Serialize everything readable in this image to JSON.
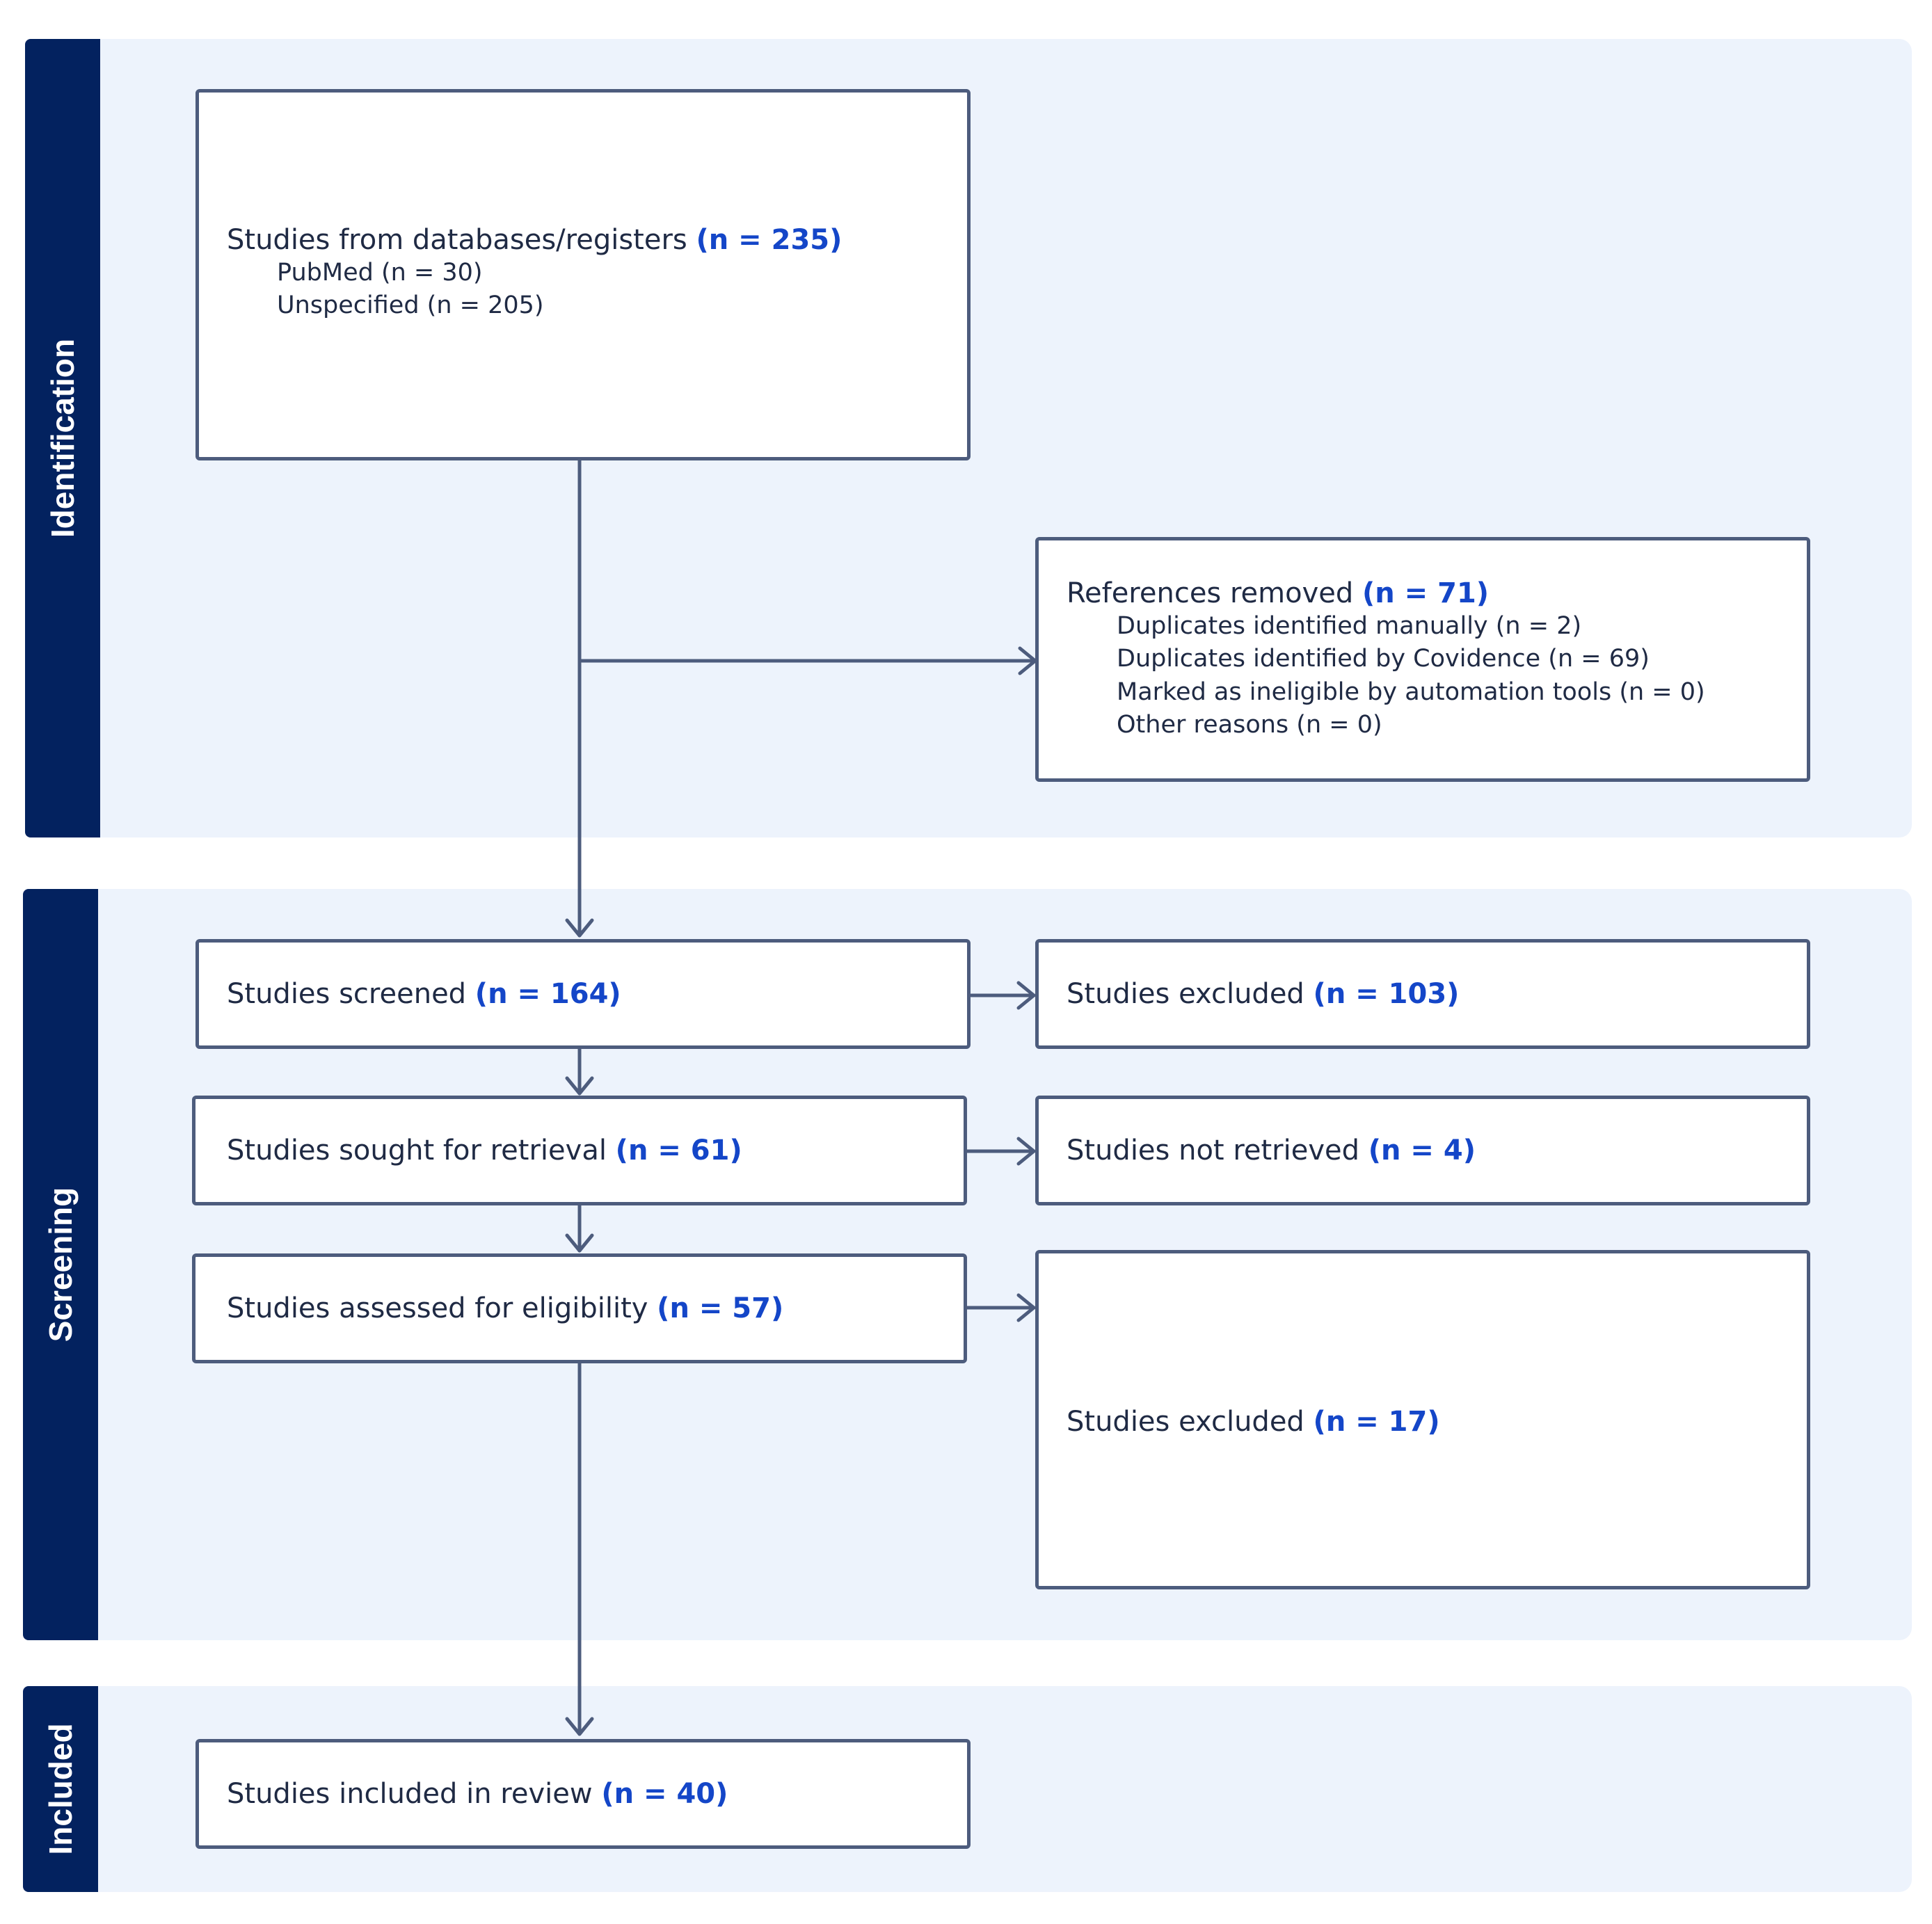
{
  "stages": {
    "identification": "Identification",
    "screening": "Screening",
    "included": "Included"
  },
  "boxes": {
    "databases": {
      "title": "Studies from databases/registers",
      "count": "(n = 235)",
      "items": [
        "PubMed (n = 30)",
        "Unspecified (n = 205)"
      ]
    },
    "removed": {
      "title": "References removed",
      "count": "(n = 71)",
      "items": [
        "Duplicates identified manually (n = 2)",
        "Duplicates identified by Covidence (n = 69)",
        "Marked as ineligible by automation tools (n = 0)",
        "Other reasons (n = 0)"
      ]
    },
    "screened": {
      "title": "Studies screened",
      "count": "(n = 164)"
    },
    "excluded1": {
      "title": "Studies excluded",
      "count": "(n = 103)"
    },
    "sought": {
      "title": "Studies sought for retrieval",
      "count": "(n = 61)"
    },
    "not_retrieved": {
      "title": "Studies not retrieved",
      "count": "(n = 4)"
    },
    "assessed": {
      "title": "Studies assessed for eligibility",
      "count": "(n = 57)"
    },
    "excluded2": {
      "title": "Studies excluded",
      "count": "(n = 17)"
    },
    "included": {
      "title": "Studies included in review",
      "count": "(n = 40)"
    }
  },
  "colors": {
    "band": "#edf3fc",
    "tab": "#03225f",
    "border": "#4d5c7d",
    "count": "#1446c8"
  }
}
